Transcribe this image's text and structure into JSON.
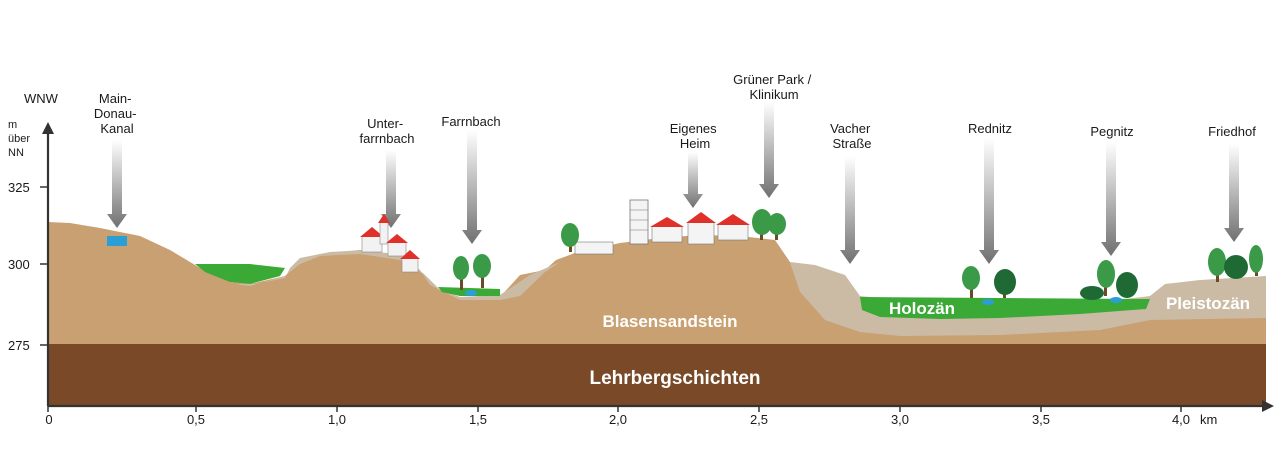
{
  "y_axis": {
    "direction": "WNW",
    "unit_lines": [
      "m",
      "über",
      "NN"
    ],
    "ticks": [
      "325",
      "300",
      "275"
    ]
  },
  "x_axis": {
    "ticks": [
      "0",
      "0,5",
      "1,0",
      "1,5",
      "2,0",
      "2,5",
      "3,0",
      "3,5",
      "4,0"
    ],
    "unit": "km"
  },
  "landmarks": [
    {
      "lines": [
        "Main-",
        "Donau-",
        "Kanal"
      ]
    },
    {
      "lines": [
        "Unter-",
        "farrnbach"
      ]
    },
    {
      "lines": [
        "Farrnbach"
      ]
    },
    {
      "lines": [
        "Eigenes",
        "Heim"
      ]
    },
    {
      "lines": [
        "Grüner Park /",
        "Klinikum"
      ]
    },
    {
      "lines": [
        "Vacher",
        "Straße"
      ]
    },
    {
      "lines": [
        "Rednitz"
      ]
    },
    {
      "lines": [
        "Pegnitz"
      ]
    },
    {
      "lines": [
        "Friedhof"
      ]
    }
  ],
  "layers": {
    "blasensandstein": "Blasensandstein",
    "lehrbergschichten": "Lehrbergschichten",
    "holozaen": "Holozän",
    "pleistozaen": "Pleistozän"
  },
  "colors": {
    "blasensandstein": "#c9a071",
    "lehrbergschichten": "#7a4a28",
    "pleistozaen": "#cbbba5",
    "holozaen": "#3aa935",
    "water": "#2a9fd6",
    "arrow": "#7a7a7a",
    "roof": "#e0302a",
    "tree": "#3a9a48"
  }
}
